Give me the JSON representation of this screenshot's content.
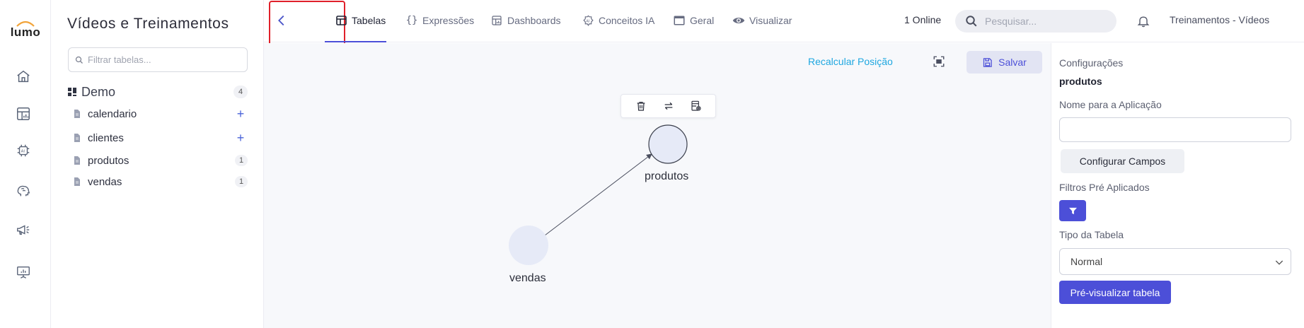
{
  "app": {
    "logo_text": "lumo",
    "accent_color": "#4c4fd8",
    "brand_color": "#f2a43a"
  },
  "rail": {
    "icons": [
      "home-icon",
      "dashboard-icon",
      "ai-chip-icon",
      "brain-icon",
      "megaphone-icon",
      "presentation-icon"
    ]
  },
  "sidebar": {
    "title": "Vídeos e Treinamentos",
    "filter_placeholder": "Filtrar tabelas...",
    "group": {
      "label": "Demo",
      "count": "4"
    },
    "items": [
      {
        "label": "calendario",
        "action": "+"
      },
      {
        "label": "clientes",
        "action": "+"
      },
      {
        "label": "produtos",
        "count": "1"
      },
      {
        "label": "vendas",
        "count": "1"
      }
    ]
  },
  "topbar": {
    "tabs": [
      {
        "label": "Tabelas",
        "icon": "table-icon",
        "active": true
      },
      {
        "label": "Expressões",
        "icon": "braces-icon"
      },
      {
        "label": "Dashboards",
        "icon": "dashboard-icon"
      },
      {
        "label": "Conceitos IA",
        "icon": "ai-icon"
      },
      {
        "label": "Geral",
        "icon": "window-icon"
      },
      {
        "label": "Visualizar",
        "icon": "eye-icon"
      }
    ],
    "online": "1 Online",
    "search_placeholder": "Pesquisar...",
    "workspace": "Treinamentos - Vídeos"
  },
  "canvas": {
    "recalc_label": "Recalcular Posição",
    "save_label": "Salvar",
    "nodes": [
      {
        "label": "produtos"
      },
      {
        "label": "vendas"
      }
    ],
    "toolbar_icons": [
      "trash-icon",
      "swap-icon",
      "table-settings-icon"
    ]
  },
  "panel": {
    "section_label": "Configurações",
    "table_name": "produtos",
    "app_name_label": "Nome para a Aplicação",
    "app_name_value": "",
    "configure_fields_label": "Configurar Campos",
    "prefilters_label": "Filtros Pré Aplicados",
    "table_type_label": "Tipo da Tabela",
    "table_type_value": "Normal",
    "preview_label": "Pré-visualizar tabela"
  }
}
